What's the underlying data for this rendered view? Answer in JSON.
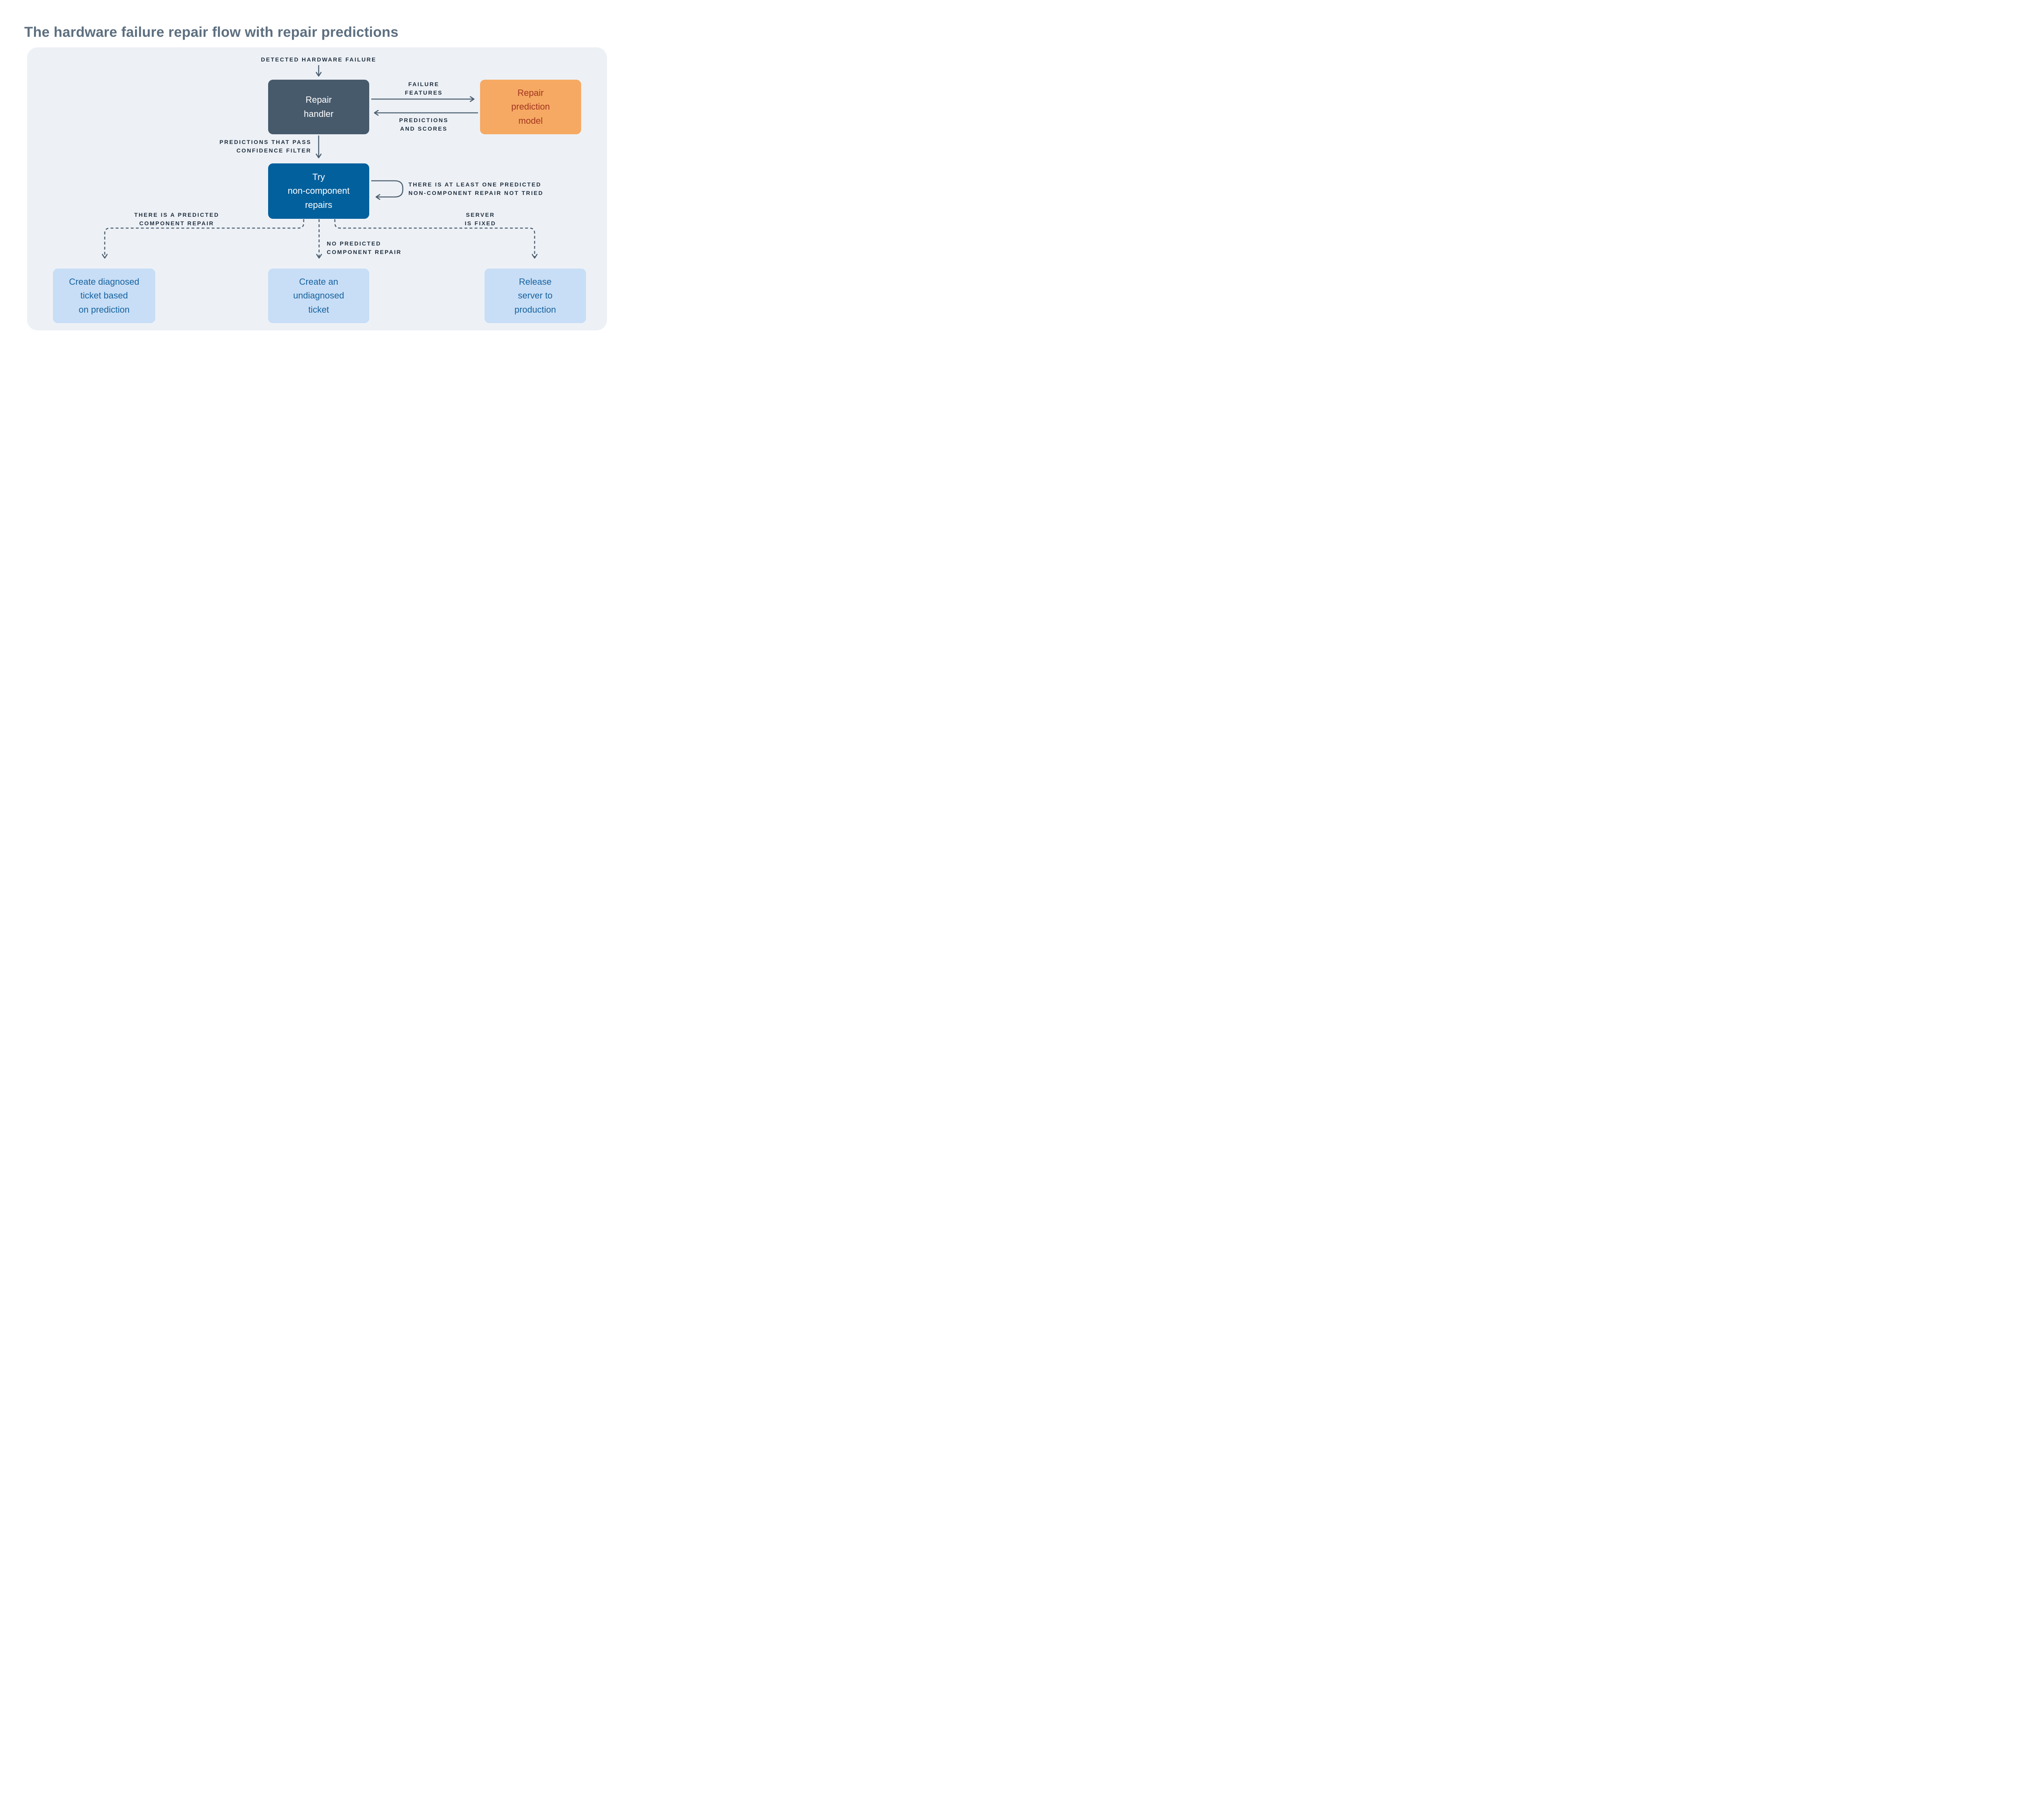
{
  "title": "The hardware failure repair flow with repair predictions",
  "flow": {
    "start_label": "DETECTED HARDWARE FAILURE",
    "nodes": {
      "repair_handler": "Repair\nhandler",
      "repair_prediction_model": "Repair\nprediction\nmodel",
      "try_non_component_repairs": "Try\nnon-component\nrepairs",
      "create_diagnosed_ticket": "Create diagnosed\nticket based\non prediction",
      "create_undiagnosed_ticket": "Create an\nundiagnosed\nticket",
      "release_server": "Release\nserver to\nproduction"
    },
    "edge_labels": {
      "failure_features": "FAILURE\nFEATURES",
      "predictions_and_scores": "PREDICTIONS\nAND SCORES",
      "predictions_pass_filter": "PREDICTIONS THAT PASS\nCONFIDENCE FILTER",
      "loop_condition": "THERE IS AT LEAST ONE PREDICTED\nNON-COMPONENT REPAIR NOT TRIED",
      "predicted_component_repair": "THERE IS A PREDICTED\nCOMPONENT REPAIR",
      "no_predicted_component_repair": "NO PREDICTED\nCOMPONENT REPAIR",
      "server_is_fixed": "SERVER\nIS FIXED"
    },
    "colors": {
      "title_text": "#5d6f80",
      "panel_bg": "#edf1f6",
      "label_text": "#1e2d3d",
      "arrow": "#4d5f70",
      "handler_box": "#475a6c",
      "model_box": "#f6a963",
      "model_text": "#a23520",
      "repairs_box": "#02609d",
      "outcome_box": "#c8def6",
      "outcome_text": "#16629f"
    }
  }
}
